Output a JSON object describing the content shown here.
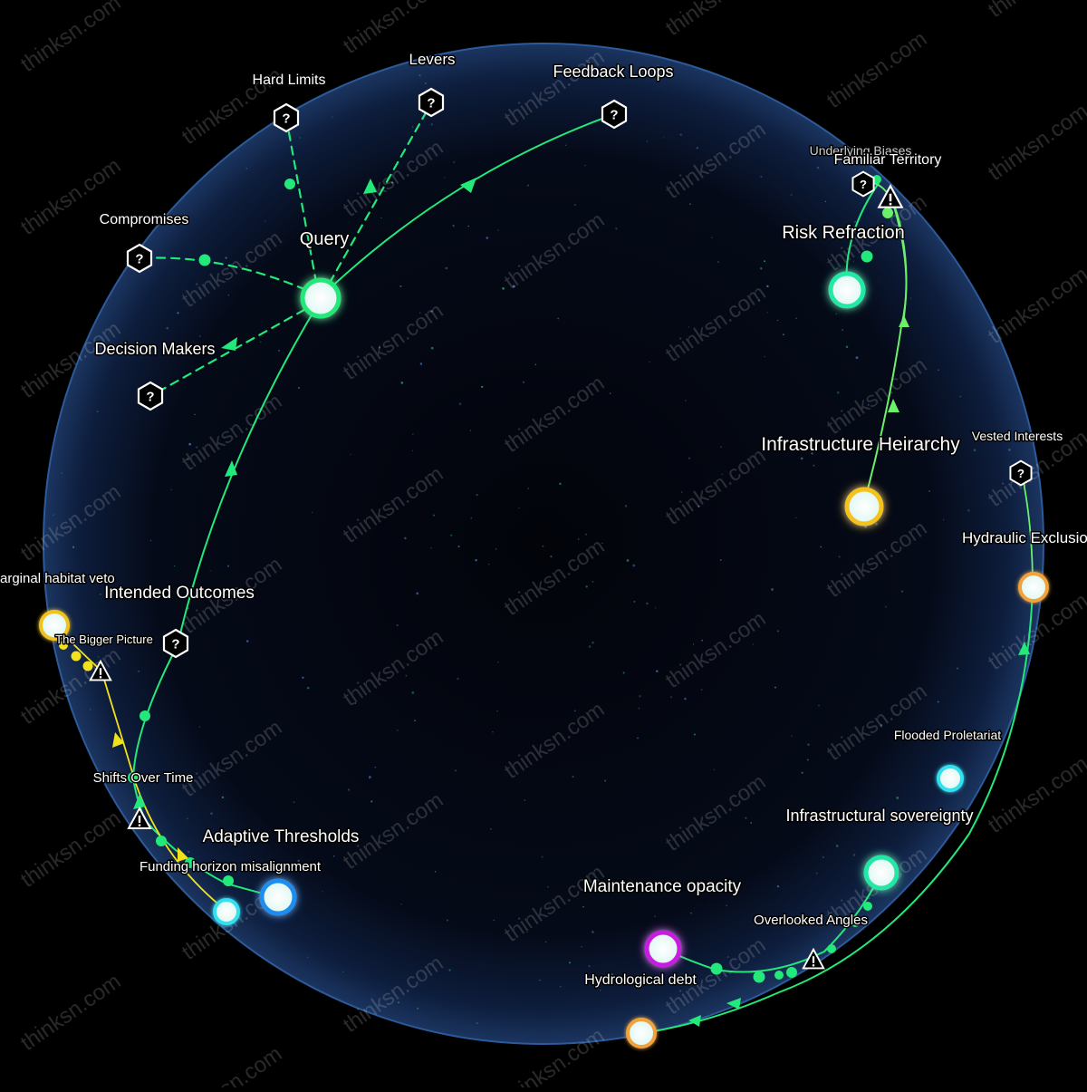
{
  "watermark": "thinksn.com",
  "colors": {
    "background": "#000000",
    "sphere_edge": "#3a78c8",
    "link_green": "#23e87a",
    "link_green_light": "#6cf06a",
    "link_yellow": "#f2e21c",
    "node_white": "#e9fbf8"
  },
  "query": {
    "label": "Query",
    "questions": [
      {
        "label": "Hard Limits",
        "icon": "question-hexagon-icon"
      },
      {
        "label": "Levers",
        "icon": "question-hexagon-icon"
      },
      {
        "label": "Compromises",
        "icon": "question-hexagon-icon"
      },
      {
        "label": "Decision Makers",
        "icon": "question-hexagon-icon"
      },
      {
        "label": "Feedback Loops",
        "icon": "question-hexagon-icon"
      }
    ]
  },
  "nodes": {
    "familiar_territory": "Familiar Territory",
    "underlying_biases": "Underlying Biases",
    "risk_refraction": "Risk Refraction",
    "infrastructure_heirarchy": "Infrastructure Heirarchy",
    "vested_interests": "Vested Interests",
    "hydraulic_exclusion": "Hydraulic Exclusio",
    "flooded_proletariat": "Flooded Proletariat",
    "infrastructural_sovereignty": "Infrastructural sovereignty",
    "overlooked_angles": "Overlooked Angles",
    "maintenance_opacity": "Maintenance opacity",
    "hydrological_debt": "Hydrological debt",
    "marginal_habitat_veto": "arginal habitat veto",
    "the_bigger_picture": "The Bigger Picture",
    "intended_outcomes": "Intended Outcomes",
    "shifts_over_time": "Shifts Over Time",
    "adaptive_thresholds": "Adaptive Thresholds",
    "funding_horizon": "Funding horizon misalignment"
  }
}
